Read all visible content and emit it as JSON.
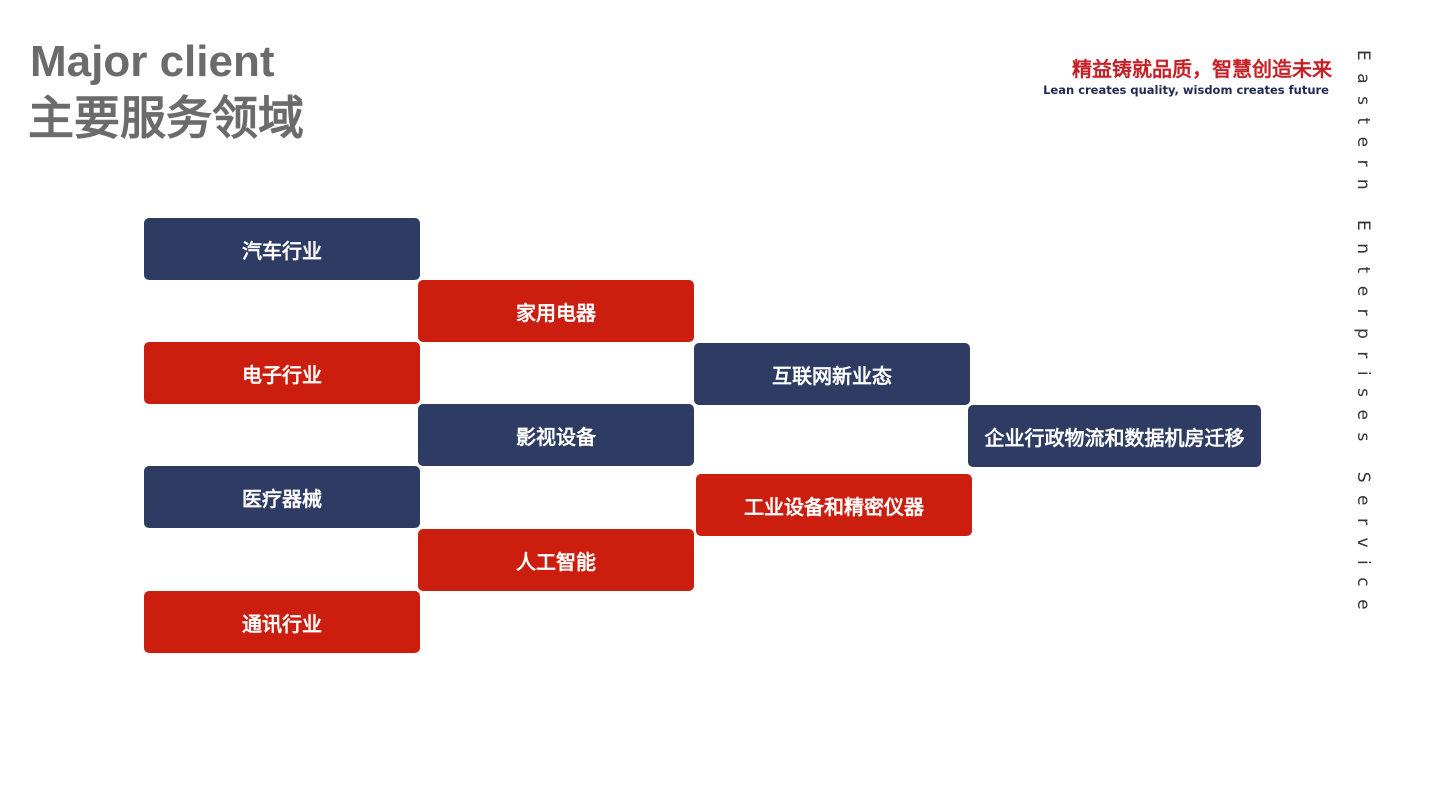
{
  "header": {
    "title_en": "Major client",
    "title_cn": "主要服务领域",
    "slogan_cn": "精益铸就品质，智慧创造未来",
    "slogan_en": "Lean creates quality, wisdom creates future",
    "side_text": "Eastern Enterprises Service"
  },
  "colors": {
    "navy": "#2e3c63",
    "red": "#cc1e0f",
    "title_gray": "#6b6b6b",
    "slogan_red": "#c62026",
    "slogan_navy": "#1f2a55"
  },
  "fields": {
    "col1": [
      "汽车行业",
      "电子行业",
      "医疗器械",
      "通讯行业"
    ],
    "col2": [
      "家用电器",
      "影视设备",
      "人工智能"
    ],
    "col3": [
      "互联网新业态",
      "工业设备和精密仪器"
    ],
    "col4": [
      "企业行政物流和数据机房迁移"
    ]
  }
}
